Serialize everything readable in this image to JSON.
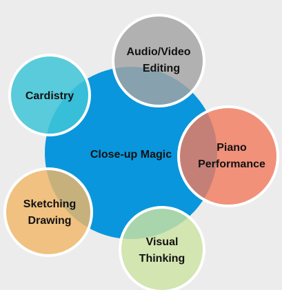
{
  "center": {
    "label": "Close-up Magic",
    "color": "#0a96dc"
  },
  "satellites": [
    {
      "id": "audio",
      "lines": [
        "Audio/Video",
        "Editing"
      ],
      "color": "#a3a3a3"
    },
    {
      "id": "cardistry",
      "lines": [
        "Cardistry"
      ],
      "color": "#3fc6d8"
    },
    {
      "id": "piano",
      "lines": [
        "Piano",
        "Performance"
      ],
      "color": "#f37a5e"
    },
    {
      "id": "sketching",
      "lines": [
        "Sketching",
        "Drawing"
      ],
      "color": "#f0b768"
    },
    {
      "id": "visual",
      "lines": [
        "Visual",
        "Thinking"
      ],
      "color": "#cde3a2"
    }
  ]
}
